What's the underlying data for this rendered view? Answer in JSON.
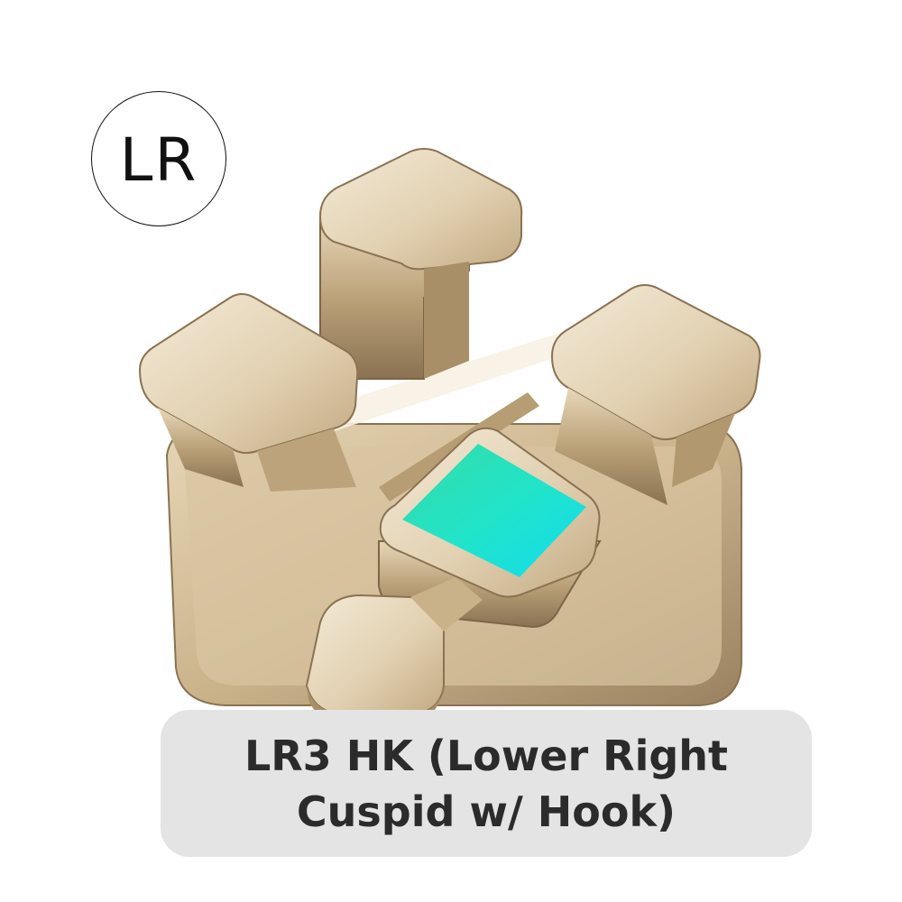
{
  "badge": {
    "text": "LR"
  },
  "caption": {
    "line1": "LR3 HK (Lower Right",
    "line2": "Cuspid w/ Hook)"
  },
  "colors": {
    "gold_light": "#f2e6cf",
    "gold_mid": "#cdb68f",
    "gold_dark": "#8f7654",
    "pad_teal": "#2ee0b8",
    "pad_cyan": "#18e0ec",
    "caption_bg": "#e4e4e4",
    "caption_text": "#2b2b2b"
  },
  "icons": {
    "product": "orthodontic-bracket-icon",
    "pad": "color-id-pad-icon"
  }
}
